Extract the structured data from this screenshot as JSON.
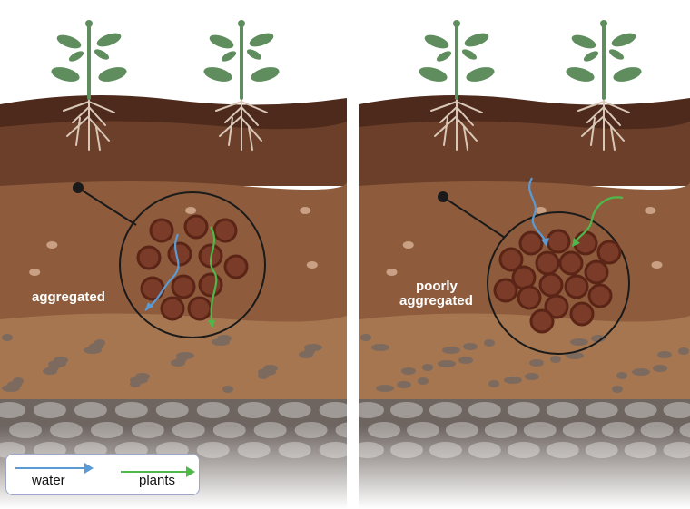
{
  "panels": {
    "left": {
      "label": "aggregated"
    },
    "right": {
      "label_line1": "poorly",
      "label_line2": "aggregated"
    }
  },
  "legend": {
    "water_label": "water",
    "plants_label": "plants",
    "water_color": "#5b9bd5",
    "plants_color": "#4fb84a"
  },
  "colors": {
    "topsoil_dark": "#4e2a1c",
    "topsoil": "#6b3f29",
    "subsoil": "#8e5c3c",
    "lower_subsoil": "#a57650",
    "gravel_layer": "#7f6553",
    "rock_layer": "#6e6561",
    "aggregate_fill": "#7a3c28",
    "aggregate_ring": "#5a2416",
    "plant_green": "#5f8d5e",
    "root_color": "#d9c7b8"
  }
}
